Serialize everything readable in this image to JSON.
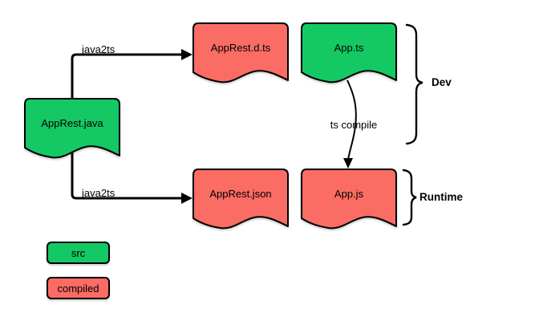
{
  "nodes": {
    "apprest_java": {
      "label": "AppRest.java",
      "role": "src"
    },
    "apprest_dts": {
      "label": "AppRest.d.ts",
      "role": "compiled"
    },
    "app_ts": {
      "label": "App.ts",
      "role": "src"
    },
    "apprest_json": {
      "label": "AppRest.json",
      "role": "compiled"
    },
    "app_js": {
      "label": "App.js",
      "role": "compiled"
    }
  },
  "edges": {
    "java2ts_top": {
      "label": "java2ts"
    },
    "java2ts_bottom": {
      "label": "java2ts"
    },
    "ts_compile": {
      "label": "ts compile"
    }
  },
  "groups": {
    "dev": {
      "label": "Dev"
    },
    "runtime": {
      "label": "Runtime"
    }
  },
  "legend": {
    "src": {
      "label": "src"
    },
    "compiled": {
      "label": "compiled"
    }
  },
  "colors": {
    "src": "#14C864",
    "compiled": "#FA6C64",
    "line": "#000000",
    "background": "#ffffff"
  }
}
